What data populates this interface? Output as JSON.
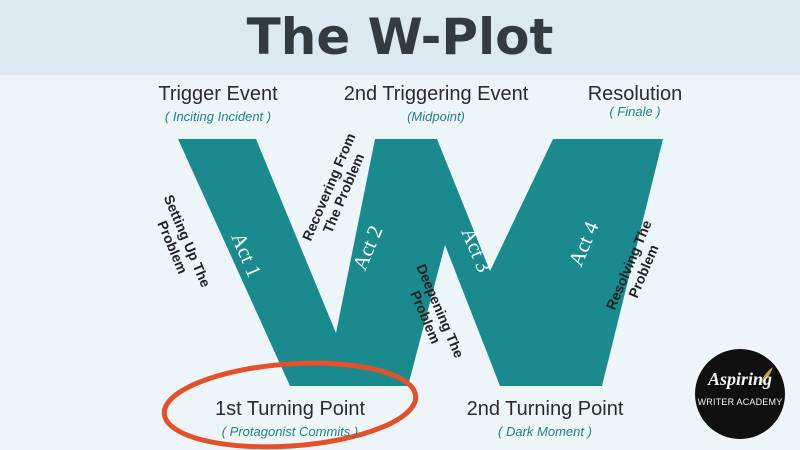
{
  "title": "The W-Plot",
  "colors": {
    "accent": "#1b8a8e",
    "circle": "#e4502a",
    "header_bg": "#dde9f0",
    "page_bg": "#eef5f9"
  },
  "top_labels": [
    {
      "label": "Trigger Event",
      "sub": "( Inciting Incident )"
    },
    {
      "label": "2nd Triggering Event",
      "sub": "(Midpoint)"
    },
    {
      "label": "Resolution",
      "sub": "( Finale )"
    }
  ],
  "bottom_labels": [
    {
      "label": "1st Turning Point",
      "sub": "( Protagonist Commits )"
    },
    {
      "label": "2nd Turning Point",
      "sub": "( Dark Moment )"
    }
  ],
  "acts": [
    "Act 1",
    "Act 2",
    "Act 3",
    "Act 4"
  ],
  "side_notes": [
    [
      "Setting Up The",
      "Problem"
    ],
    [
      "Recovering From",
      "The Problem"
    ],
    [
      "Deepening The",
      "Problem"
    ],
    [
      "Resolving The",
      "Problem"
    ]
  ],
  "logo": {
    "top": "Aspiring",
    "bottom": "WRITER ACADEMY"
  }
}
